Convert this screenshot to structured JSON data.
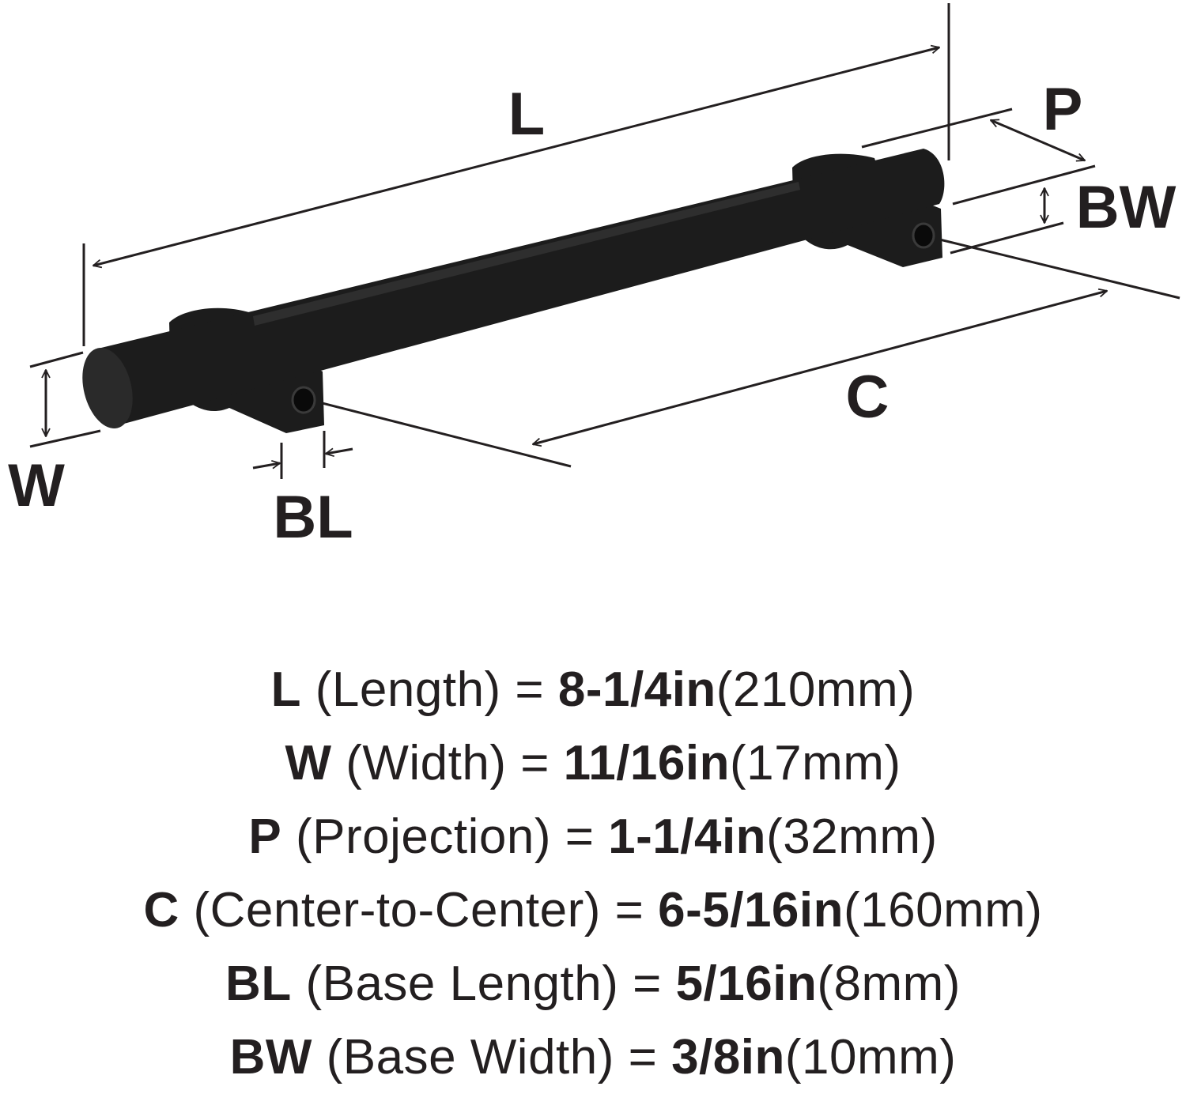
{
  "diagram": {
    "labels": {
      "L": "L",
      "P": "P",
      "BW": "BW",
      "C": "C",
      "W": "W",
      "BL": "BL"
    },
    "colors": {
      "ink": "#231f20",
      "handle": "#1c1c1c",
      "highlight": "#2e2e2e"
    }
  },
  "specs": [
    {
      "abbr": "L",
      "desc": "(Length) =",
      "imperial": "8-1/4in",
      "metric": "(210mm)"
    },
    {
      "abbr": "W",
      "desc": "(Width) =",
      "imperial": "11/16in",
      "metric": "(17mm)"
    },
    {
      "abbr": "P",
      "desc": "(Projection) =",
      "imperial": "1-1/4in",
      "metric": "(32mm)"
    },
    {
      "abbr": "C",
      "desc": "(Center-to-Center) =",
      "imperial": "6-5/16in",
      "metric": "(160mm)"
    },
    {
      "abbr": "BL",
      "desc": "(Base Length) =",
      "imperial": "5/16in",
      "metric": "(8mm)"
    },
    {
      "abbr": "BW",
      "desc": "(Base Width) =",
      "imperial": "3/8in",
      "metric": "(10mm)"
    }
  ]
}
